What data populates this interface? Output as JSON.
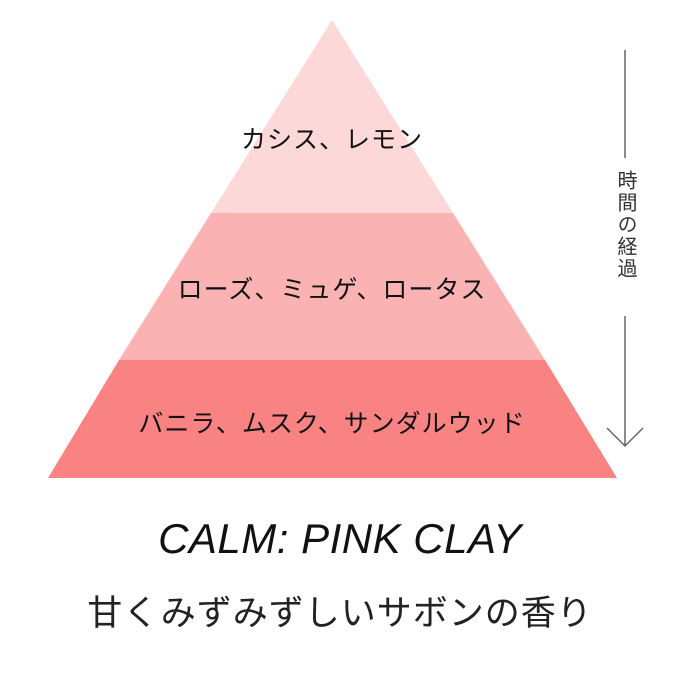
{
  "pyramid": {
    "top_notes": "カシス、レモン",
    "middle_notes": "ローズ、ミュゲ、ロータス",
    "base_notes": "バニラ、ムスク、サンダルウッド",
    "colors": {
      "top": "#fcd8d8",
      "middle": "#fbb2b3",
      "base": "#f98282"
    }
  },
  "time_axis": {
    "label": "時間の経過"
  },
  "product": {
    "name": "CALM: PINK CLAY",
    "description": "甘くみずみずしいサボンの香り"
  }
}
